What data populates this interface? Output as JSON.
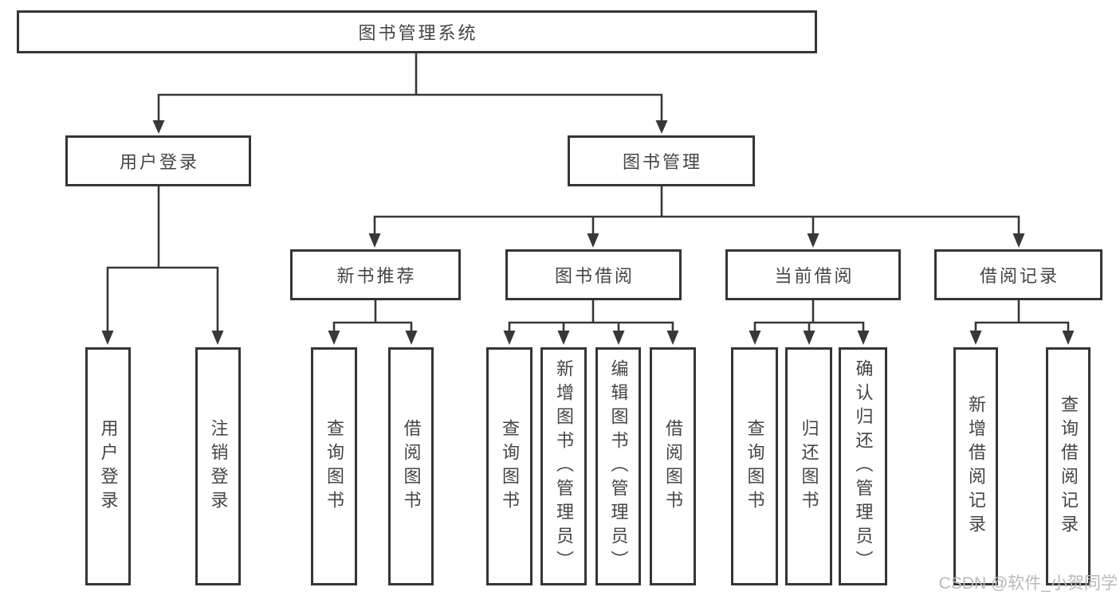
{
  "tree": {
    "root": "图书管理系统",
    "branches": [
      {
        "label": "用户登录",
        "children": [
          "用户登录",
          "注销登录"
        ]
      },
      {
        "label": "图书管理",
        "children": [
          {
            "label": "新书推荐",
            "children": [
              "查询图书",
              "借阅图书"
            ]
          },
          {
            "label": "图书借阅",
            "children": [
              "查询图书",
              "新增图书（管理员）",
              "编辑图书（管理员）",
              "借阅图书"
            ]
          },
          {
            "label": "当前借阅",
            "children": [
              "查询图书",
              "归还图书",
              "确认归还（管理员）"
            ]
          },
          {
            "label": "借阅记录",
            "children": [
              "新增借阅记录",
              "查询借阅记录"
            ]
          }
        ]
      }
    ]
  },
  "watermark": "CSDN @软件_小贺同学",
  "colors": {
    "line": "#383838",
    "border": "#353535",
    "text": "#454545",
    "watermark": "#b9b9b9",
    "background": "#ffffff"
  }
}
